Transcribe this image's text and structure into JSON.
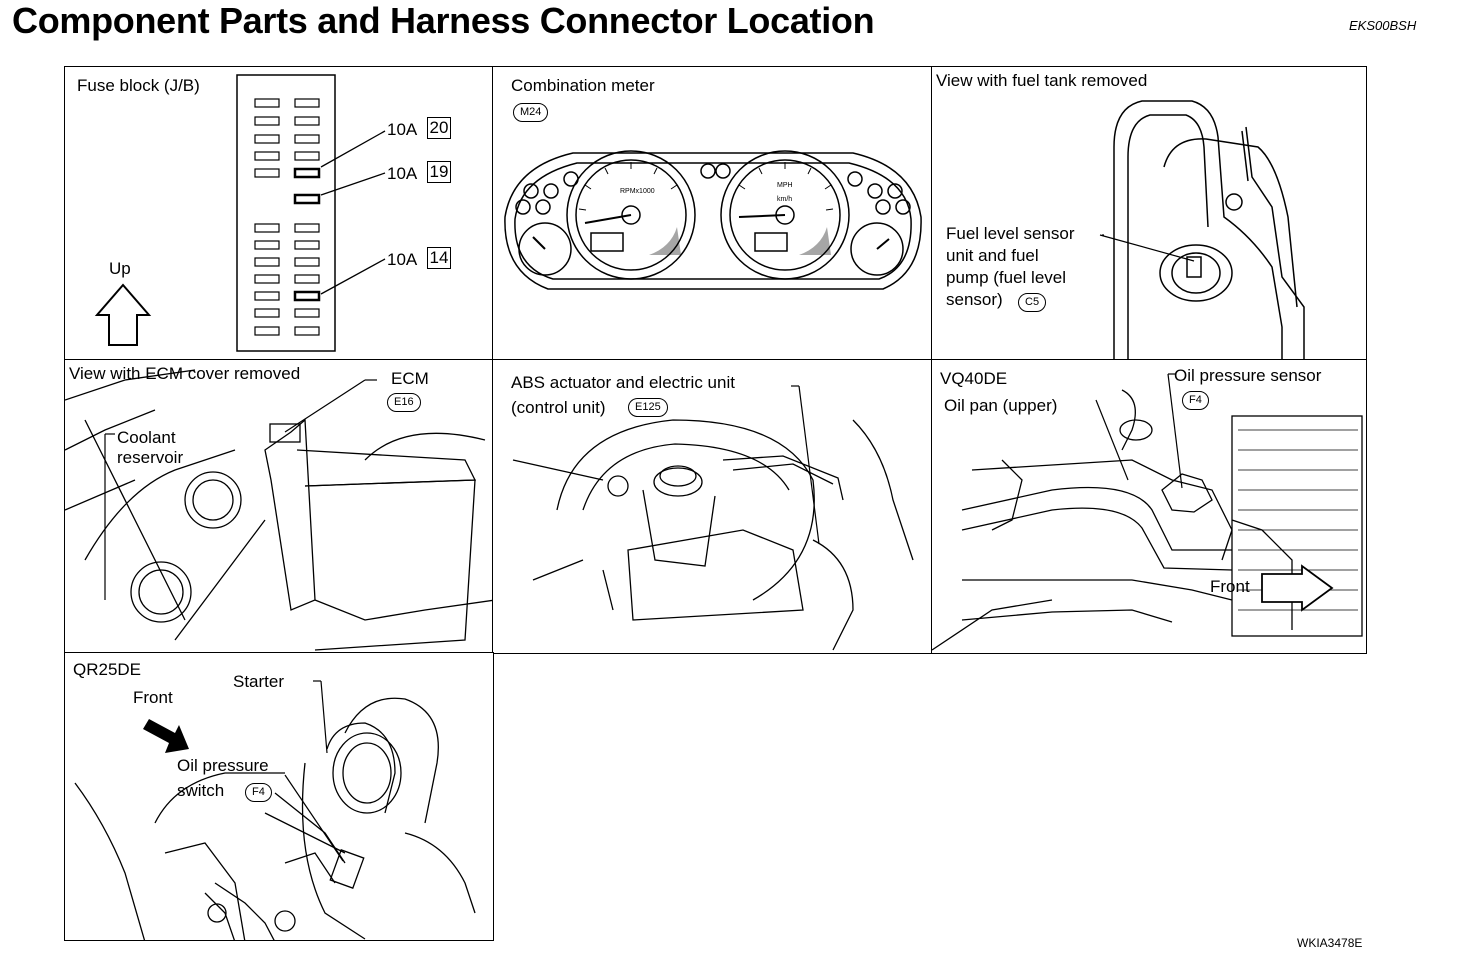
{
  "header": {
    "title": "Component Parts and Harness Connector Location",
    "code": "EKS00BSH"
  },
  "footer": {
    "figure_code": "WKIA3478E"
  },
  "panels": {
    "fuse_block": {
      "title": "Fuse block (J/B)",
      "up_label": "Up",
      "fuses": [
        {
          "rating": "10A",
          "number": "20"
        },
        {
          "rating": "10A",
          "number": "19"
        },
        {
          "rating": "10A",
          "number": "14"
        }
      ]
    },
    "combination_meter": {
      "title": "Combination meter",
      "connector": "M24",
      "tach_label": "RPMx1000",
      "speed_label_top": "MPH",
      "speed_label_bottom": "km/h"
    },
    "fuel_tank": {
      "title": "View with fuel tank removed",
      "label_line1": "Fuel level sensor",
      "label_line2": "unit and fuel",
      "label_line3": "pump (fuel level",
      "label_line4": "sensor)",
      "connector": "C5"
    },
    "ecm": {
      "title": "View with ECM cover removed",
      "ecm_label": "ECM",
      "connector": "E16",
      "coolant_line1": "Coolant",
      "coolant_line2": "reservoir"
    },
    "abs": {
      "label_line1": "ABS actuator and electric unit",
      "label_line2": "(control unit)",
      "connector": "E125"
    },
    "vq40de": {
      "title": "VQ40DE",
      "oil_pan": "Oil pan (upper)",
      "oil_sensor": "Oil pressure sensor",
      "connector": "F4",
      "front": "Front"
    },
    "qr25de": {
      "title": "QR25DE",
      "front": "Front",
      "starter": "Starter",
      "switch_line1": "Oil pressure",
      "switch_line2": "switch",
      "connector": "F4"
    }
  }
}
